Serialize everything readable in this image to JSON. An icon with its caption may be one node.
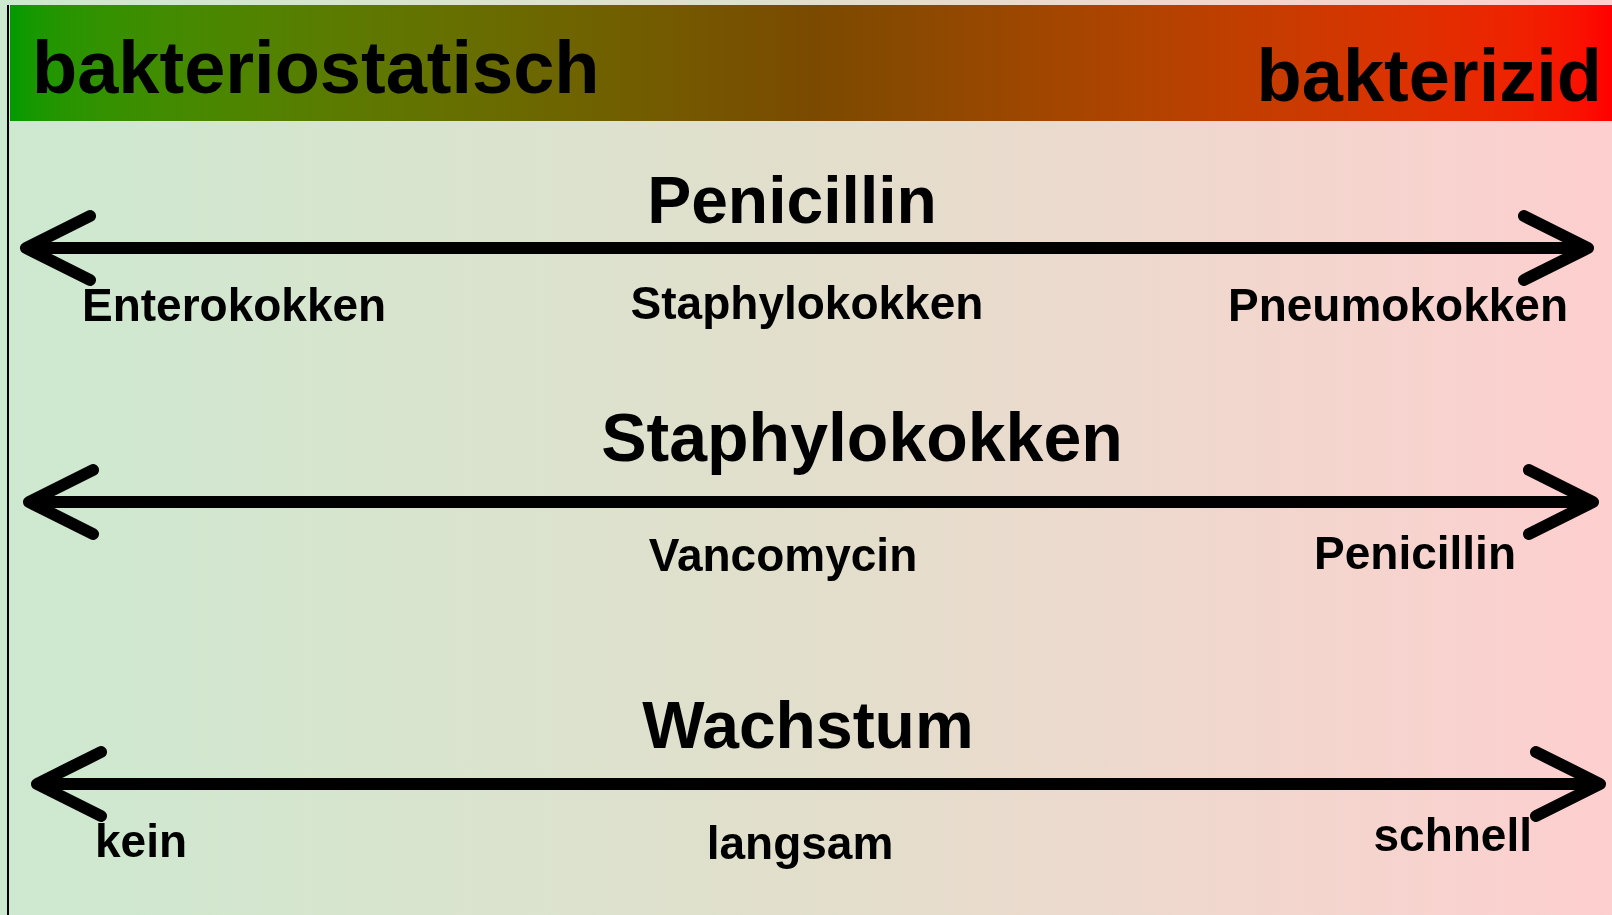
{
  "diagram": {
    "labels": [
      "bakteriostatisch",
      "bakterizid",
      "Penicillin",
      "Enterokokken",
      "Staphylokokken",
      "Pneumokokken",
      "Staphylokokken",
      "Vancomycin",
      "Penicillin",
      "Wachstum",
      "kein",
      "langsam",
      "schnell"
    ]
  }
}
